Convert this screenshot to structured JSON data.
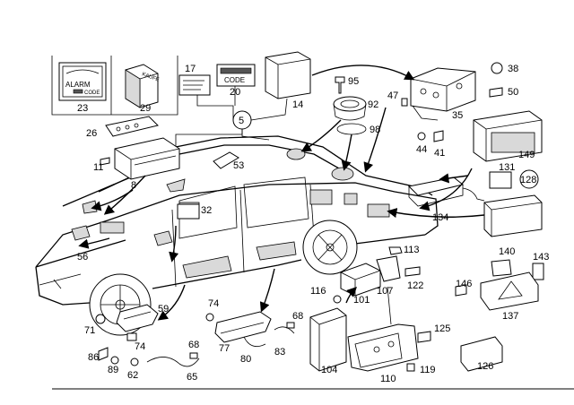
{
  "inset_labels": {
    "alarm": "ALARM",
    "code_small": "CODE",
    "code_large": "CODE",
    "manual": "KAUFE"
  },
  "callouts": [
    {
      "id": "c23",
      "text": "23"
    },
    {
      "id": "c29",
      "text": "29"
    },
    {
      "id": "c17",
      "text": "17"
    },
    {
      "id": "c20",
      "text": "20"
    },
    {
      "id": "c14",
      "text": "14"
    },
    {
      "id": "c5",
      "text": "5"
    },
    {
      "id": "c95",
      "text": "95"
    },
    {
      "id": "c92",
      "text": "92"
    },
    {
      "id": "c98",
      "text": "98"
    },
    {
      "id": "c47",
      "text": "47"
    },
    {
      "id": "c38",
      "text": "38"
    },
    {
      "id": "c50",
      "text": "50"
    },
    {
      "id": "c35",
      "text": "35"
    },
    {
      "id": "c44",
      "text": "44"
    },
    {
      "id": "c41",
      "text": "41"
    },
    {
      "id": "c149",
      "text": "149"
    },
    {
      "id": "c26",
      "text": "26"
    },
    {
      "id": "c11",
      "text": "11"
    },
    {
      "id": "c8",
      "text": "8"
    },
    {
      "id": "c53",
      "text": "53"
    },
    {
      "id": "c32",
      "text": "32"
    },
    {
      "id": "c131",
      "text": "131"
    },
    {
      "id": "c128",
      "text": "128"
    },
    {
      "id": "c134",
      "text": "134"
    },
    {
      "id": "c56",
      "text": "56"
    },
    {
      "id": "c113",
      "text": "113"
    },
    {
      "id": "c140",
      "text": "140"
    },
    {
      "id": "c143",
      "text": "143"
    },
    {
      "id": "c122",
      "text": "122"
    },
    {
      "id": "c107",
      "text": "107"
    },
    {
      "id": "c116",
      "text": "116"
    },
    {
      "id": "c101",
      "text": "101"
    },
    {
      "id": "c146",
      "text": "146"
    },
    {
      "id": "c137",
      "text": "137"
    },
    {
      "id": "c74a",
      "text": "74"
    },
    {
      "id": "c59",
      "text": "59"
    },
    {
      "id": "c68a",
      "text": "68"
    },
    {
      "id": "c71",
      "text": "71"
    },
    {
      "id": "c74b",
      "text": "74"
    },
    {
      "id": "c68b",
      "text": "68"
    },
    {
      "id": "c86",
      "text": "86"
    },
    {
      "id": "c89",
      "text": "89"
    },
    {
      "id": "c62",
      "text": "62"
    },
    {
      "id": "c65",
      "text": "65"
    },
    {
      "id": "c77",
      "text": "77"
    },
    {
      "id": "c80",
      "text": "80"
    },
    {
      "id": "c83",
      "text": "83"
    },
    {
      "id": "c104",
      "text": "104"
    },
    {
      "id": "c110",
      "text": "110"
    },
    {
      "id": "c125",
      "text": "125"
    },
    {
      "id": "c119",
      "text": "119"
    },
    {
      "id": "c126",
      "text": "126"
    }
  ]
}
